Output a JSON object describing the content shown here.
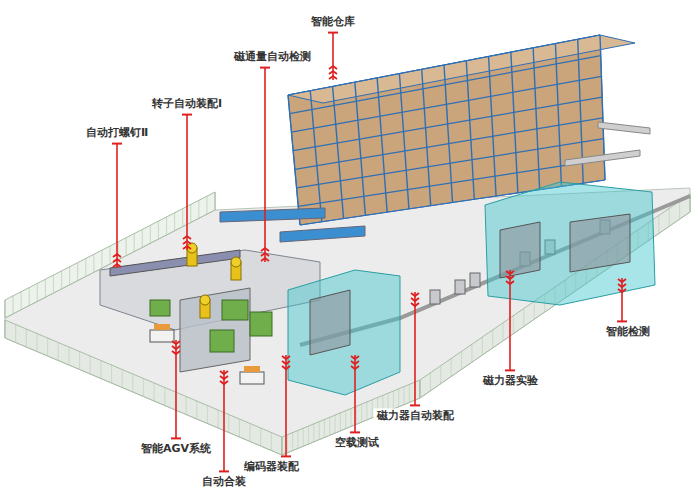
{
  "diagram": {
    "labels": [
      "智能仓库",
      "磁通量自动检测",
      "转子自动装配Ⅰ",
      "自动打螺钉Ⅱ",
      "智能检测",
      "磁力器实验",
      "磁力器自动装配",
      "空载测试",
      "智能AGV系统",
      "编码器装配",
      "自动合装"
    ]
  }
}
